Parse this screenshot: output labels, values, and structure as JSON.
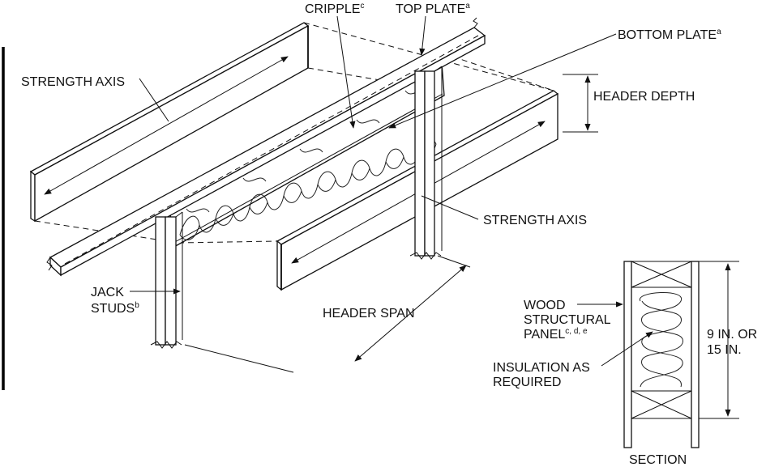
{
  "labels": {
    "cripple": "CRIPPLE",
    "cripple_note": "c",
    "top_plate": "TOP PLATE",
    "top_plate_note": "a",
    "bottom_plate": "BOTTOM PLATE",
    "bottom_plate_note": "a",
    "strength_axis_left": "STRENGTH AXIS",
    "header_depth": "HEADER DEPTH",
    "strength_axis_right": "STRENGTH AXIS",
    "jack_line1": "JACK",
    "jack_line2": "STUDS",
    "jack_note": "b",
    "header_span": "HEADER SPAN",
    "wood_line1": "WOOD",
    "wood_line2": "STRUCTURAL",
    "wood_line3": "PANEL",
    "wood_note": "c, d, e",
    "insulation_line1": "INSULATION AS",
    "insulation_line2": "REQUIRED",
    "dimension_line1": "9 IN. OR",
    "dimension_line2": "15 IN.",
    "section": "SECTION"
  }
}
